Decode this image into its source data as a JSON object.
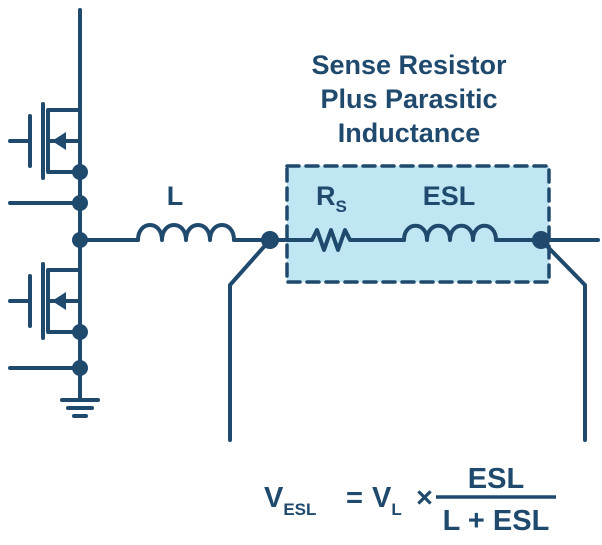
{
  "title_lines": [
    "Sense Resistor",
    "Plus Parasitic",
    "Inductance"
  ],
  "labels": {
    "inductor": "L",
    "resistor_main": "R",
    "resistor_sub": "S",
    "esl": "ESL"
  },
  "formula": {
    "lhs_main": "V",
    "lhs_sub": "ESL",
    "equals": "=",
    "rhs_main": "V",
    "rhs_sub": "L",
    "times": "×",
    "numerator": "ESL",
    "denominator": "L + ESL"
  },
  "colors": {
    "wire": "#1f4a6e",
    "box_fill": "#bfe6f2",
    "text": "#1f4a6e"
  }
}
